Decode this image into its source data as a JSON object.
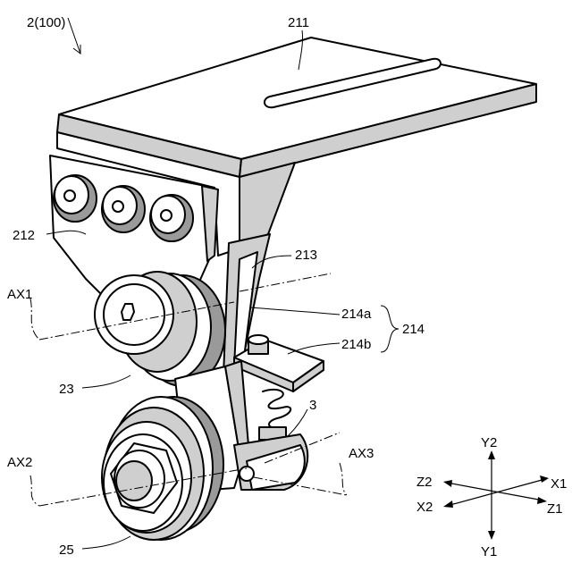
{
  "figure": {
    "title": "2(100)"
  },
  "labels": {
    "l211": "211",
    "l212": "212",
    "l213": "213",
    "l214a": "214a",
    "l214b": "214b",
    "l214": "214",
    "l23": "23",
    "l25": "25",
    "l3": "3",
    "ax1": "AX1",
    "ax2": "AX2",
    "ax3": "AX3"
  },
  "axes": {
    "y1": "Y1",
    "y2": "Y2",
    "x1": "X1",
    "x2": "X2",
    "z1": "Z1",
    "z2": "Z2"
  }
}
